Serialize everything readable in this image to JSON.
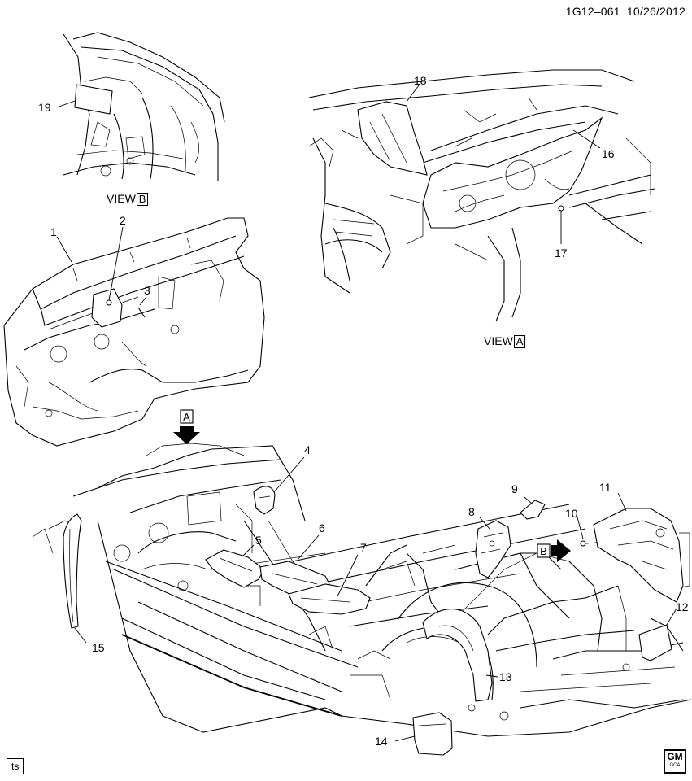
{
  "header": {
    "code": "1G12–061",
    "date": "10/26/2012"
  },
  "views": [
    {
      "label": "VIEW",
      "letter": "B"
    },
    {
      "label": "VIEW",
      "letter": "A"
    }
  ],
  "arrow_markers": [
    "A",
    "B"
  ],
  "callouts": [
    "1",
    "2",
    "3",
    "4",
    "5",
    "6",
    "7",
    "8",
    "9",
    "10",
    "11",
    "12",
    "13",
    "14",
    "15",
    "16",
    "17",
    "18",
    "19"
  ],
  "footer": {
    "tag": "ts",
    "logo_text": "GM",
    "logo_sub": "GCA"
  }
}
